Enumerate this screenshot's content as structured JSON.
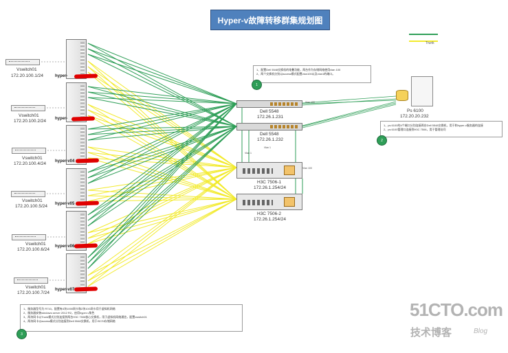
{
  "title": "Hyper-v故障转移群集规划图",
  "legend": {
    "item1": "",
    "item2": "Trunk"
  },
  "vswitches": [
    {
      "name": "Vswitch01",
      "ip": "172.20.100.1/24"
    },
    {
      "name": "Vswitch01",
      "ip": "172.20.100.2/24"
    },
    {
      "name": "Vswitch01",
      "ip": "172.20.100.4/24"
    },
    {
      "name": "Vswitch01",
      "ip": "172.20.100.5/24"
    },
    {
      "name": "Vswitch01",
      "ip": "172.20.100.6/24"
    },
    {
      "name": "Vswitch01",
      "ip": "172.20.100.7/24"
    }
  ],
  "hosts": [
    "hyper-",
    "hyper-",
    "hyper-v04",
    "hyper-v05",
    "hyper-v06",
    "hyper-v07"
  ],
  "switches": [
    {
      "name": "Dell 5548",
      "ip": "172.26.1.231"
    },
    {
      "name": "Dell 5548",
      "ip": "172.26.1.232"
    }
  ],
  "routers": [
    {
      "name": "H3C 7506-1",
      "ip": "172.26.1.254/24"
    },
    {
      "name": "H3C 7506-2",
      "ip": "172.26.1.254/24"
    }
  ],
  "storage": {
    "name": "Ps 6100",
    "ip": "172.20.20.232"
  },
  "link_labels": {
    "vlan1a": "Vlan 1",
    "vlan1b": "Vlan 1",
    "vlan100": "Vlan 100",
    "vlan_h3c": "Vlan 100"
  },
  "notes": {
    "a": [
      "1、配置Dell 5548交换机的堆叠功能，两台作为存储网络使用vlan 100",
      "2、两个交换机分别以access模式配置vlan100以及vlan1的端口。"
    ],
    "b": [
      "1、ps 6100的4个端口分别连接两台Dell 5548交换机，用于和hyper-v服务器的连接",
      "2、ps 6100管理口连接到H3C 7506，用于管理访问"
    ],
    "c": [
      "1、服务器型号为 R710，配置有4块1000网卡和2块10G网卡用于虚拟机网络",
      "2、服务器安装windows server 2012 R2，启用hyper-v角色",
      "3、两块网卡以Trunk模式分别连接到两台H3C 7506核心交换机，用于虚拟机网络通信，配置vswitch01",
      "4、两块网卡以access模式分别连接到Dell 5548交换机，用于iSCSI存储网络"
    ]
  },
  "markers": [
    "1",
    "2",
    "3"
  ],
  "watermark": {
    "logo": "51CTO.com",
    "cn": "技术博客",
    "blog": "Blog"
  },
  "colors": {
    "green_link": "#2e9e57",
    "yellow_link": "#f2ea2c",
    "title_bg": "#4f81bd"
  }
}
